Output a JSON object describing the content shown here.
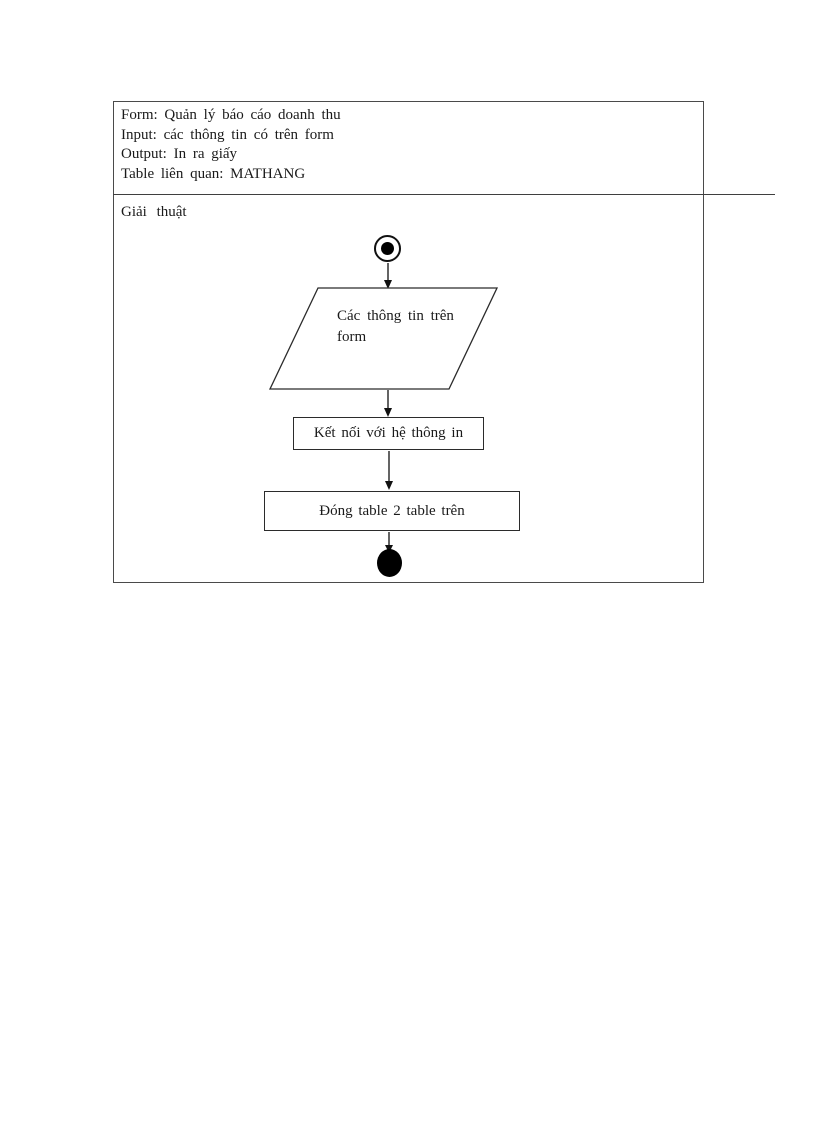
{
  "header_box": {
    "lines": [
      "Form: Quản lý báo cáo doanh thu",
      "Input: các thông tin có trên form",
      "Output: In ra giấy",
      "Table liên quan: MATHANG"
    ]
  },
  "algorithm_section": {
    "label": "Giải thuật"
  },
  "flowchart": {
    "initial_node": "initial-node",
    "input_parallelogram": "Các thông tin trên form",
    "process_1": "Kết nối với hệ thông in",
    "process_2": "Đóng table 2 table trên",
    "final_node": "final-node"
  },
  "colors": {
    "page_background": "#ffffff",
    "table_border": "#4a4a4a",
    "shape_border": "#2b2b2b",
    "text": "#1a1a1a",
    "node_fill": "#000000"
  }
}
